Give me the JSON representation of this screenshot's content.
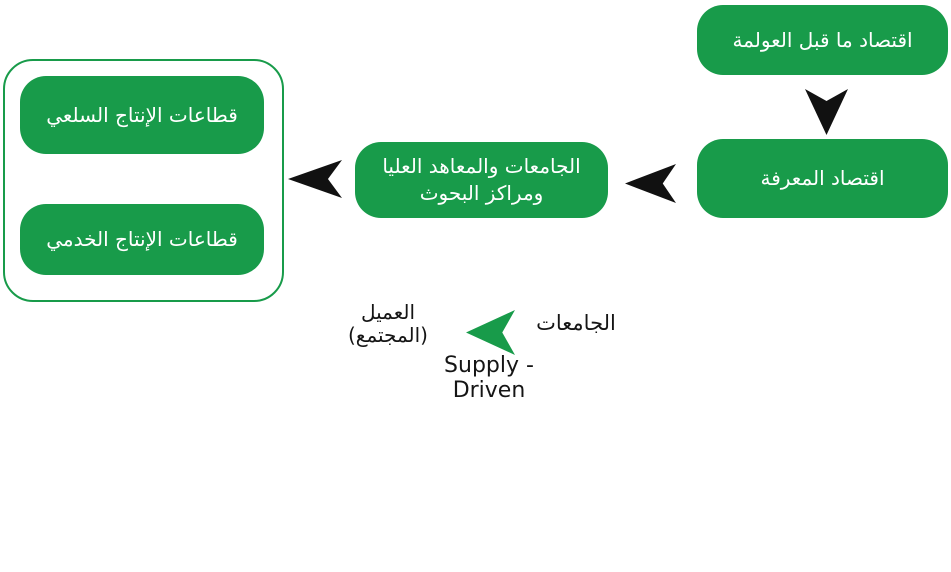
{
  "diagram": {
    "colors": {
      "green": "#189B4A",
      "arrow_black": "#111111",
      "node_text": "#FFFFFF",
      "caption_text": "#151515"
    },
    "nodes": {
      "pre_globalization": {
        "label": "اقتصاد ما قبل العولمة"
      },
      "knowledge_economy": {
        "label": "اقتصاد المعرفة"
      },
      "universities_institutes": {
        "label_line1": "الجامعات والمعاهد العليا",
        "label_line2": "ومراكز البحوث"
      },
      "commodity_production_sectors": {
        "label": "قطاعات الإنتاج السلعي"
      },
      "service_production_sectors": {
        "label": "قطاعات الإنتاج الخدمي"
      }
    },
    "captions": {
      "client_line1": "العميل",
      "client_line2": "(المجتمع)",
      "universities": "الجامعات",
      "supply_driven": "Supply - Driven"
    }
  }
}
